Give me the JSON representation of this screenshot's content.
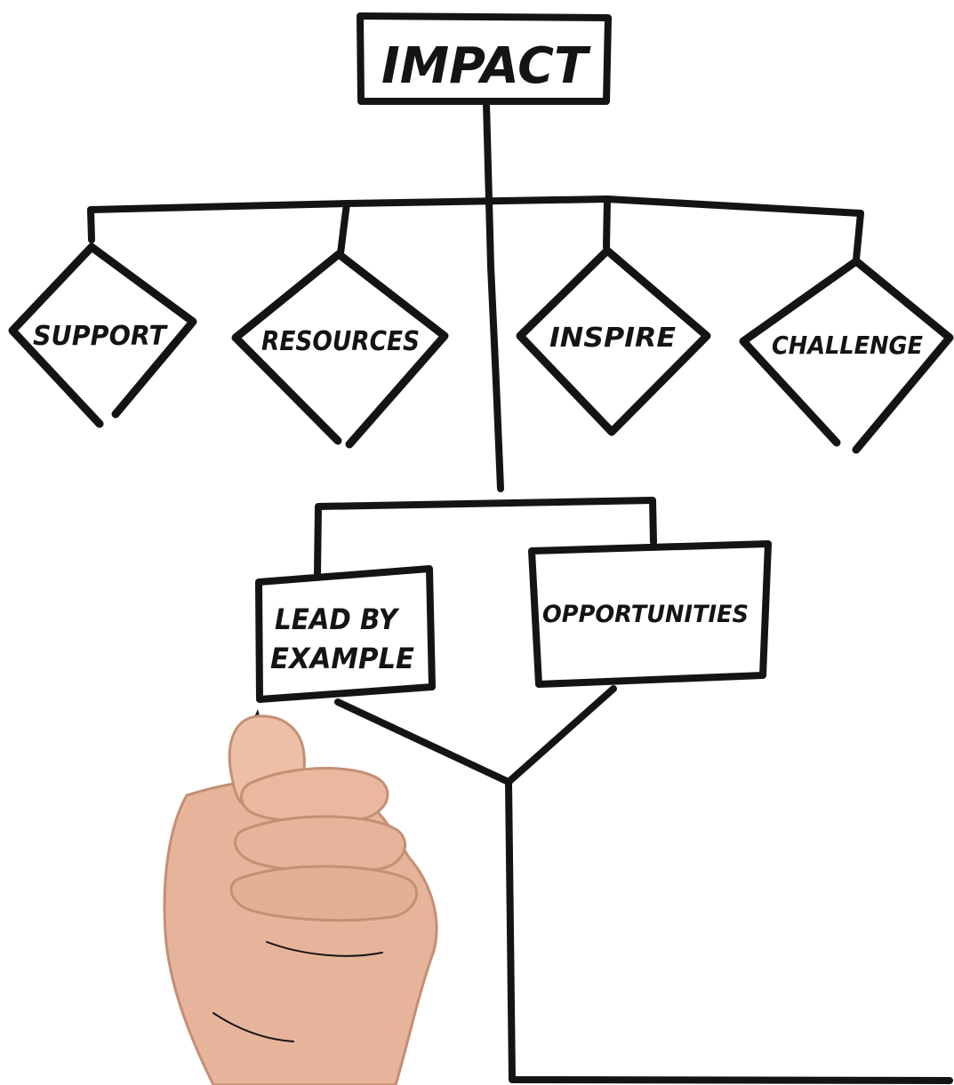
{
  "diagram": {
    "root": "IMPACT",
    "branches": [
      "SUPPORT",
      "RESOURCES",
      "INSPIRE",
      "CHALLENGE"
    ],
    "lower": {
      "lead": [
        "LEAD BY",
        "EXAMPLE"
      ],
      "opportunities": "OPPORTUNITIES"
    }
  },
  "colors": {
    "ink": "#141414",
    "background": "#ffffff",
    "skin": "#e6b49a",
    "marker_body": "#8f98a3"
  },
  "icons": {
    "hand": "hand-holding-marker-icon"
  }
}
